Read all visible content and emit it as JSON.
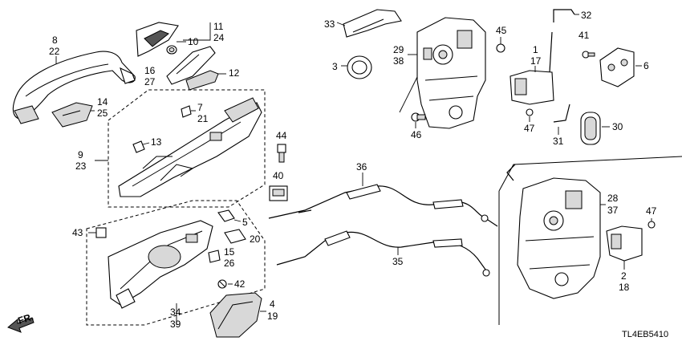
{
  "callouts": {
    "c8": "8",
    "c22": "22",
    "c14": "14",
    "c25": "25",
    "c11": "11",
    "c24": "24",
    "c10": "10",
    "c16": "16",
    "c27": "27",
    "c12": "12",
    "c7": "7",
    "c21": "21",
    "c13": "13",
    "c9": "9",
    "c23": "23",
    "c44": "44",
    "c40": "40",
    "c5": "5",
    "c20": "20",
    "c15": "15",
    "c26": "26",
    "c43": "43",
    "c42": "42",
    "c34": "34",
    "c39": "39",
    "c4": "4",
    "c19": "19",
    "c33": "33",
    "c3": "3",
    "c29": "29",
    "c38": "38",
    "c46": "46",
    "c45": "45",
    "c32": "32",
    "c1": "1",
    "c17": "17",
    "c47a": "47",
    "c41": "41",
    "c6": "6",
    "c31": "31",
    "c30": "30",
    "c36": "36",
    "c35": "35",
    "c28": "28",
    "c37": "37",
    "c47b": "47",
    "c2": "2",
    "c18": "18"
  },
  "direction_label": "FR.",
  "diagram_code": "TL4EB5410"
}
